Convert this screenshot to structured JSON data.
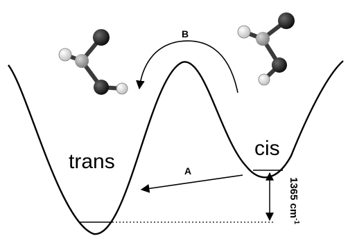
{
  "diagram": {
    "labels": {
      "trans": "trans",
      "cis": "cis",
      "path_a": "A",
      "path_b": "B",
      "energy_value": "1365 cm",
      "energy_exponent": "-1"
    },
    "colors": {
      "line": "#000000",
      "oxygen": "#141414",
      "nitrogen": "#9a9a9a",
      "hydrogen": "#e6e6e6",
      "bond": "#3a3a3a"
    }
  }
}
